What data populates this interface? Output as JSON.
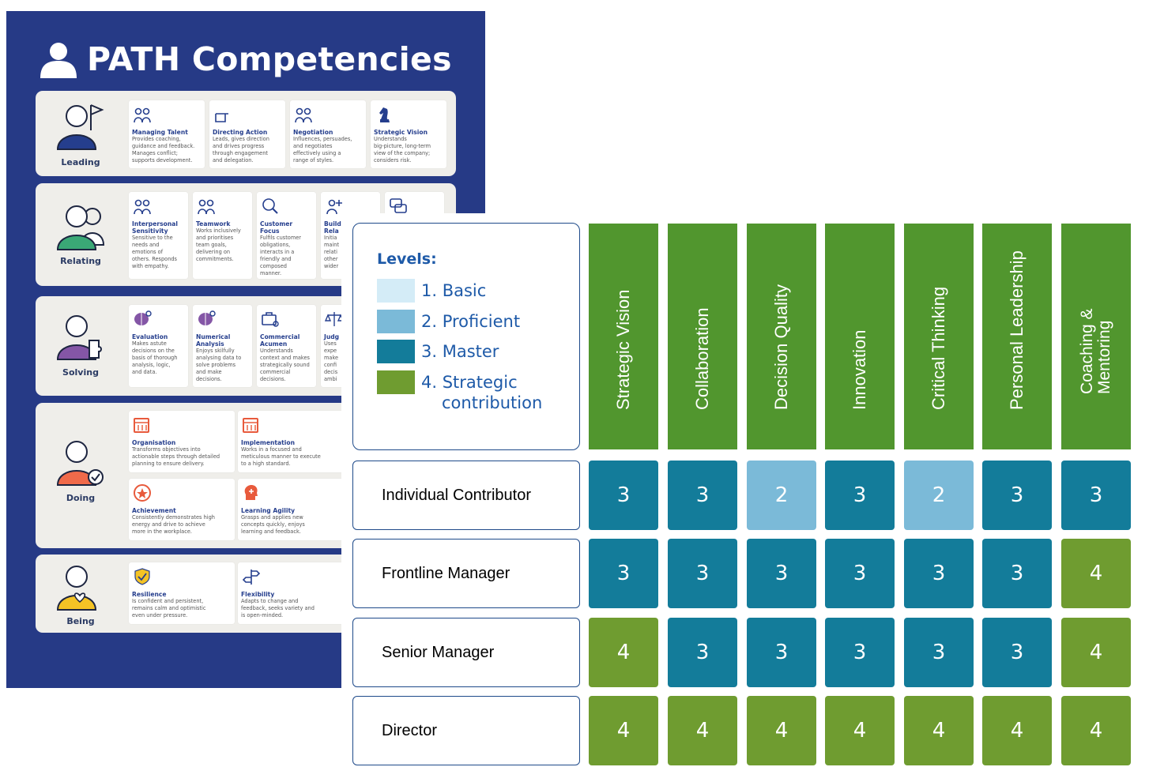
{
  "poster": {
    "title": "PATH Competencies",
    "title_icon": "person-icon",
    "background": "#263a86",
    "bands": [
      {
        "label": "Leading",
        "icon": "person-with-flag-icon",
        "color": "#253e8d",
        "cards": [
          {
            "title": "Managing Talent",
            "desc": [
              "Provides coaching,",
              "guidance and feedback.",
              "Manages conflict;",
              "supports development."
            ],
            "icon": "team-icon"
          },
          {
            "title": "Directing Action",
            "desc": [
              "Leads, gives direction",
              "and drives progress",
              "through engagement",
              "and delegation."
            ],
            "icon": "pointing-hand-icon"
          },
          {
            "title": "Negotiation",
            "desc": [
              "Influences, persuades,",
              "and negotiates",
              "effectively using a",
              "range of styles."
            ],
            "icon": "people-meeting-icon"
          },
          {
            "title": "Strategic Vision",
            "desc": [
              "Understands",
              "big-picture, long-term",
              "view of the company;",
              "considers risk."
            ],
            "icon": "chess-knight-icon"
          }
        ]
      },
      {
        "label": "Relating",
        "icon": "two-people-icon",
        "color": "#3aa876",
        "cards": [
          {
            "title": [
              "Interpersonal",
              "Sensitivity"
            ],
            "desc": [
              "Sensitive to the",
              "needs and",
              "emotions of",
              "others. Responds",
              "with empathy."
            ],
            "icon": "people-icon"
          },
          {
            "title": [
              "Teamwork"
            ],
            "desc": [
              "Works inclusively",
              "and prioritises",
              "team goals,",
              "delivering on",
              "commitments."
            ],
            "icon": "group-icon"
          },
          {
            "title": [
              "Customer",
              "Focus"
            ],
            "desc": [
              "Fulfils customer",
              "obligations,",
              "interacts in a",
              "friendly and",
              "composed",
              "manner."
            ],
            "icon": "magnifier-person-icon"
          },
          {
            "title": [
              "Build",
              "Rela"
            ],
            "desc": [
              "Initia",
              "maint",
              "relati",
              "other",
              "wider"
            ],
            "icon": "add-person-icon"
          },
          {
            "title": [],
            "desc": [],
            "icon": "chat-bubbles-icon"
          }
        ]
      },
      {
        "label": "Solving",
        "icon": "person-puzzle-icon",
        "color": "#8456a6",
        "cards": [
          {
            "title": [
              "Evaluation"
            ],
            "desc": [
              "Makes astute",
              "decisions on the",
              "basis of thorough",
              "analysis, logic,",
              "and data."
            ],
            "icon": "brain-gear-icon"
          },
          {
            "title": [
              "Numerical",
              "Analysis"
            ],
            "desc": [
              "Enjoys skilfully",
              "analysing data to",
              "solve problems",
              "and make",
              "decisions."
            ],
            "icon": "brain-chart-icon"
          },
          {
            "title": [
              "Commercial",
              "Acumen"
            ],
            "desc": [
              "Understands",
              "context and makes",
              "strategically sound",
              "commercial",
              "decisions."
            ],
            "icon": "briefcase-gear-icon"
          },
          {
            "title": [
              "Judg"
            ],
            "desc": [
              "Uses",
              "expe",
              "make",
              "confi",
              "decis",
              "ambi"
            ],
            "icon": "scales-icon"
          }
        ]
      },
      {
        "label": "Doing",
        "icon": "person-check-icon",
        "color": "#f06a4a",
        "cards": [
          {
            "title": "Organisation",
            "desc": [
              "Transforms objectives into",
              "actionable steps through detailed",
              "planning to ensure delivery."
            ],
            "icon": "calendar-icon"
          },
          {
            "title": "Implementation",
            "desc": [
              "Works in a focused and",
              "meticulous manner to execute",
              "to a high standard."
            ],
            "icon": "calendar-gear-icon"
          },
          {
            "title": "Achievement",
            "desc": [
              "Consistently demonstrates high",
              "energy and drive to achieve",
              "more in the workplace."
            ],
            "icon": "star-badge-icon"
          },
          {
            "title": "Learning Agility",
            "desc": [
              "Grasps and applies new",
              "concepts quickly, enjoys",
              "learning and feedback."
            ],
            "icon": "head-plus-icon"
          }
        ]
      },
      {
        "label": "Being",
        "icon": "person-heart-icon",
        "color": "#f4c325",
        "cards": [
          {
            "title": "Resilience",
            "desc": [
              "Is confident and persistent,",
              "remains calm and optimistic",
              "even under pressure."
            ],
            "icon": "shield-check-icon"
          },
          {
            "title": "Flexibility",
            "desc": [
              "Adapts to change and",
              "feedback, seeks variety and",
              "is open-minded."
            ],
            "icon": "signpost-icon"
          }
        ]
      }
    ]
  },
  "legend": {
    "title": "Levels:",
    "levels": [
      {
        "label": "1. Basic",
        "color": "#d4ecf7"
      },
      {
        "label": "2. Proficient",
        "color": "#7bbad8"
      },
      {
        "label": "3. Master",
        "color": "#137c9a"
      },
      {
        "label": [
          "4. Strategic",
          "contribution"
        ],
        "color": "#6f9c30"
      }
    ]
  },
  "columns": [
    "Strategic Vision",
    "Collaboration",
    "Decision Quality",
    "Innovation",
    "Critical Thinking",
    "Personal Leadership",
    [
      "Coaching &",
      "Mentoring"
    ]
  ],
  "header_color": "#51962e",
  "rows": [
    {
      "label": "Individual Contributor",
      "values": [
        "3",
        "3",
        "2",
        "3",
        "2",
        "3",
        "3"
      ]
    },
    {
      "label": "Frontline Manager",
      "values": [
        "3",
        "3",
        "3",
        "3",
        "3",
        "3",
        "4"
      ]
    },
    {
      "label": "Senior Manager",
      "values": [
        "4",
        "3",
        "3",
        "3",
        "3",
        "3",
        "4"
      ]
    },
    {
      "label": "Director",
      "values": [
        "4",
        "4",
        "4",
        "4",
        "4",
        "4",
        "4"
      ]
    }
  ],
  "level_colors": {
    "1": "#d4ecf7",
    "2": "#7bbad8",
    "3": "#137c9a",
    "4": "#6f9c30"
  }
}
